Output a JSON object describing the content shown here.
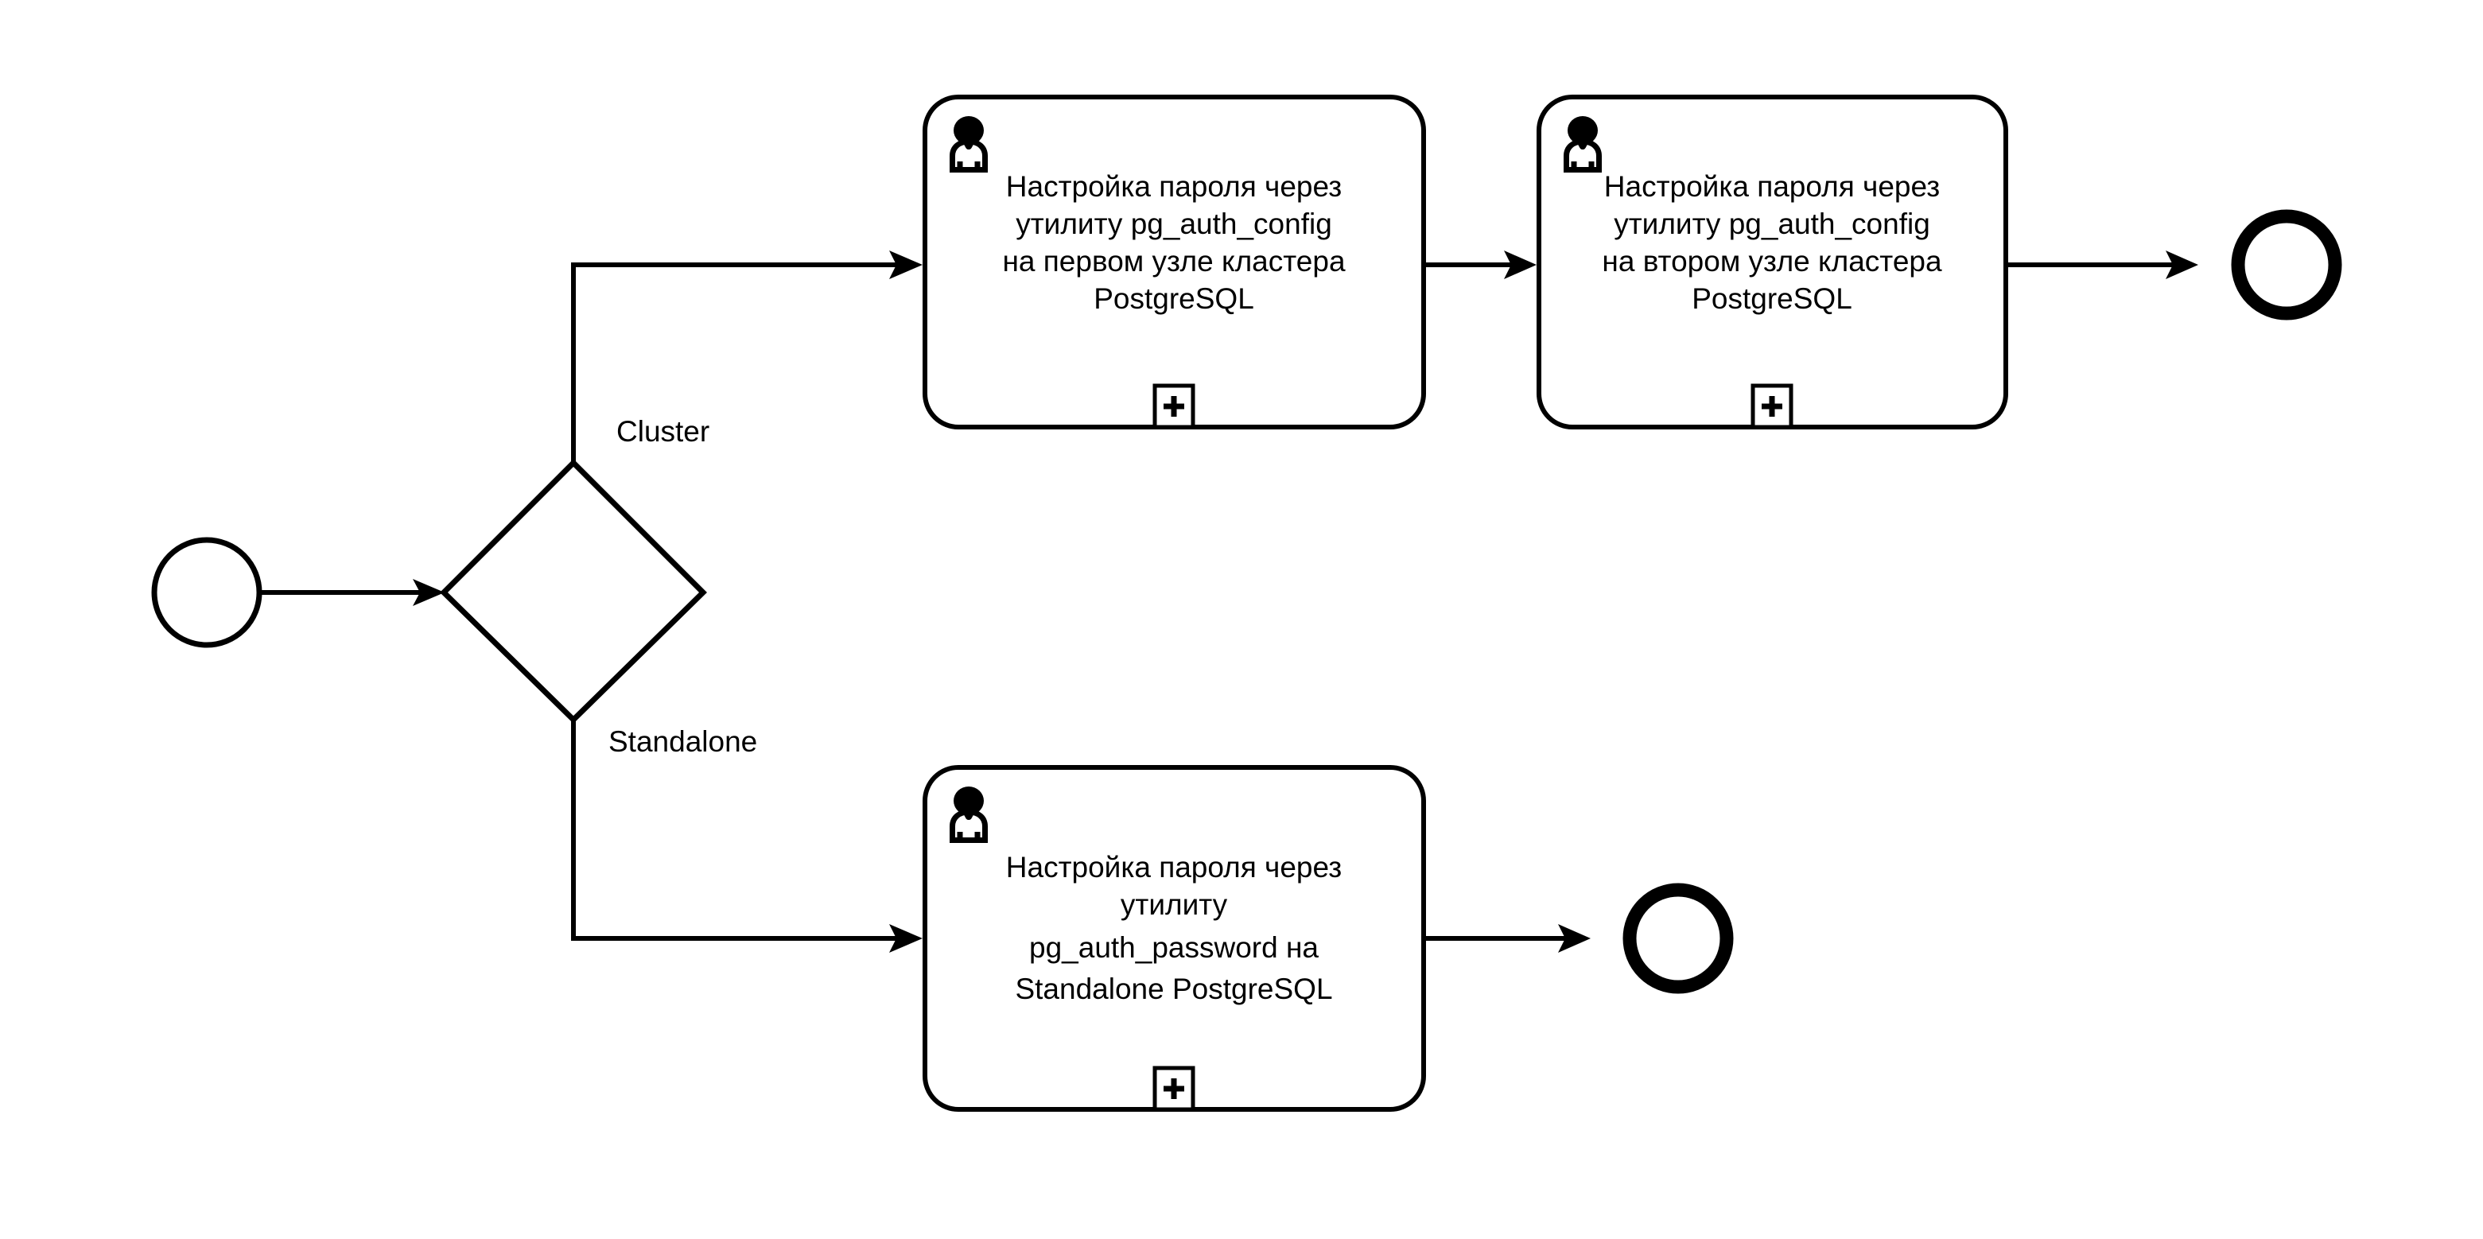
{
  "diagram": {
    "type": "bpmn-process-diagram",
    "title": "",
    "background_color": "#ffffff",
    "stroke_color": "#000000"
  },
  "events": {
    "start": {
      "name": "start-event",
      "label": "",
      "shape": "circle-thin"
    },
    "end_cluster": {
      "name": "end-event-cluster",
      "label": "",
      "shape": "circle-thick"
    },
    "end_standalone": {
      "name": "end-event-standalone",
      "label": "",
      "shape": "circle-thick"
    }
  },
  "gateway": {
    "name": "exclusive-gateway",
    "label": "",
    "shape": "diamond"
  },
  "flow_labels": {
    "cluster": "Cluster",
    "standalone": "Standalone"
  },
  "tasks": [
    {
      "id": "task-cluster-node-1",
      "icon": "user-icon",
      "marker": "+",
      "lines": [
        "Настройка пароля через",
        "утилиту pg_auth_config",
        "на первом узле кластера",
        "PostgreSQL"
      ]
    },
    {
      "id": "task-cluster-node-2",
      "icon": "user-icon",
      "marker": "+",
      "lines": [
        "Настройка пароля через",
        "утилиту pg_auth_config",
        "на втором узле кластера",
        "PostgreSQL"
      ]
    },
    {
      "id": "task-standalone",
      "icon": "user-icon",
      "marker": "+",
      "lines": [
        "Настройка пароля через",
        "утилиту",
        "pg_auth_password на",
        "Standalone PostgreSQL"
      ]
    }
  ]
}
